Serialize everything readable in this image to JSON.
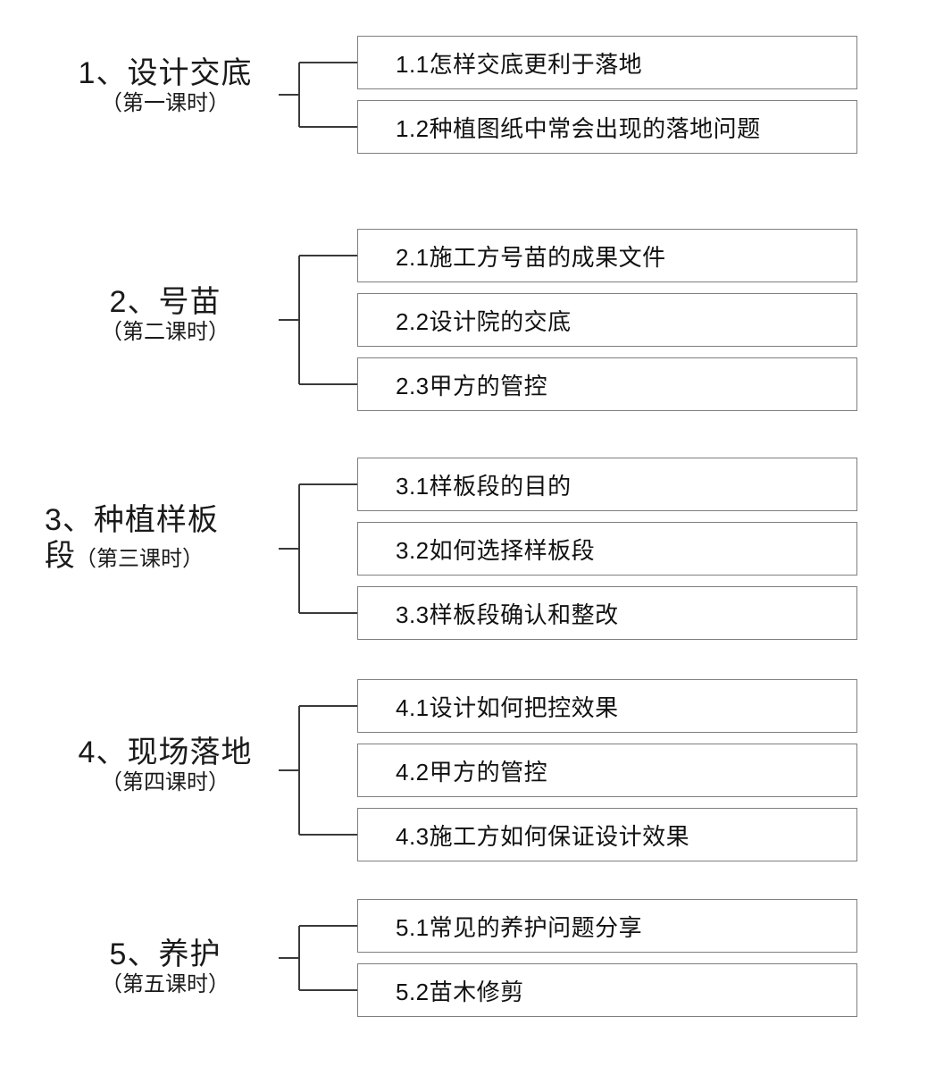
{
  "diagram": {
    "type": "outline-tree",
    "title_visible": false,
    "colors": {
      "box_border": "#7f7f7f",
      "connector_line": "#3a3a3a",
      "text": "#111111",
      "background": "#ffffff"
    },
    "sections": [
      {
        "number": "1",
        "label_main": "1、设计交底",
        "label_sub": "（第一课时）",
        "label_wrapped": false,
        "topics": [
          "1.1怎样交底更利于落地",
          "1.2种植图纸中常会出现的落地问题"
        ]
      },
      {
        "number": "2",
        "label_main": "2、号苗",
        "label_sub": "（第二课时）",
        "label_wrapped": false,
        "topics": [
          "2.1施工方号苗的成果文件",
          "2.2设计院的交底",
          "2.3甲方的管控"
        ]
      },
      {
        "number": "3",
        "label_main": "3、种植样板",
        "label_line2_big": "段",
        "label_line2_small": "（第三课时）",
        "label_sub": "",
        "label_wrapped": true,
        "topics": [
          "3.1样板段的目的",
          "3.2如何选择样板段",
          "3.3样板段确认和整改"
        ]
      },
      {
        "number": "4",
        "label_main": "4、现场落地",
        "label_sub": "（第四课时）",
        "label_wrapped": false,
        "topics": [
          "4.1设计如何把控效果",
          "4.2甲方的管控",
          "4.3施工方如何保证设计效果"
        ]
      },
      {
        "number": "5",
        "label_main": "5、养护",
        "label_sub": "（第五课时）",
        "label_wrapped": false,
        "topics": [
          "5.1常见的养护问题分享",
          "5.2苗木修剪"
        ]
      }
    ]
  }
}
